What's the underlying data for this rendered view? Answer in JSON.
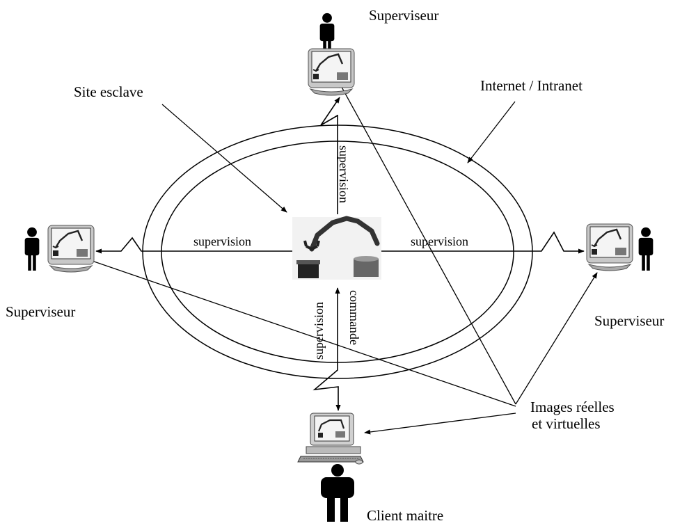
{
  "labels": {
    "supervisor_top": "Superviseur",
    "supervisor_left": "Superviseur",
    "supervisor_right": "Superviseur",
    "slave_site": "Site esclave",
    "network": "Internet / Intranet",
    "link_top": "supervision",
    "link_left": "supervision",
    "link_right": "supervision",
    "link_bottom_supervision": "supervision",
    "link_bottom_command": "commande",
    "images_line1": "Images réelles",
    "images_line2": "et virtuelles",
    "master_client": "Client maitre"
  },
  "icons": [
    "person-icon",
    "monitor-icon",
    "robot-arm-icon",
    "computer-icon"
  ],
  "colors": {
    "stroke": "#000000",
    "monitor": "#c8c8c8",
    "screen": "#f4f4f4"
  }
}
